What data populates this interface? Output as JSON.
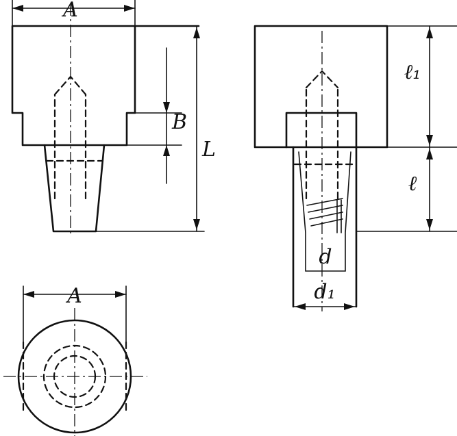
{
  "labels": {
    "front_width": "A",
    "front_step": "B",
    "front_length": "L",
    "side_head": "ℓ₁",
    "side_pin": "ℓ",
    "side_bore": "d",
    "side_outer": "d₁",
    "plan_width": "A"
  }
}
